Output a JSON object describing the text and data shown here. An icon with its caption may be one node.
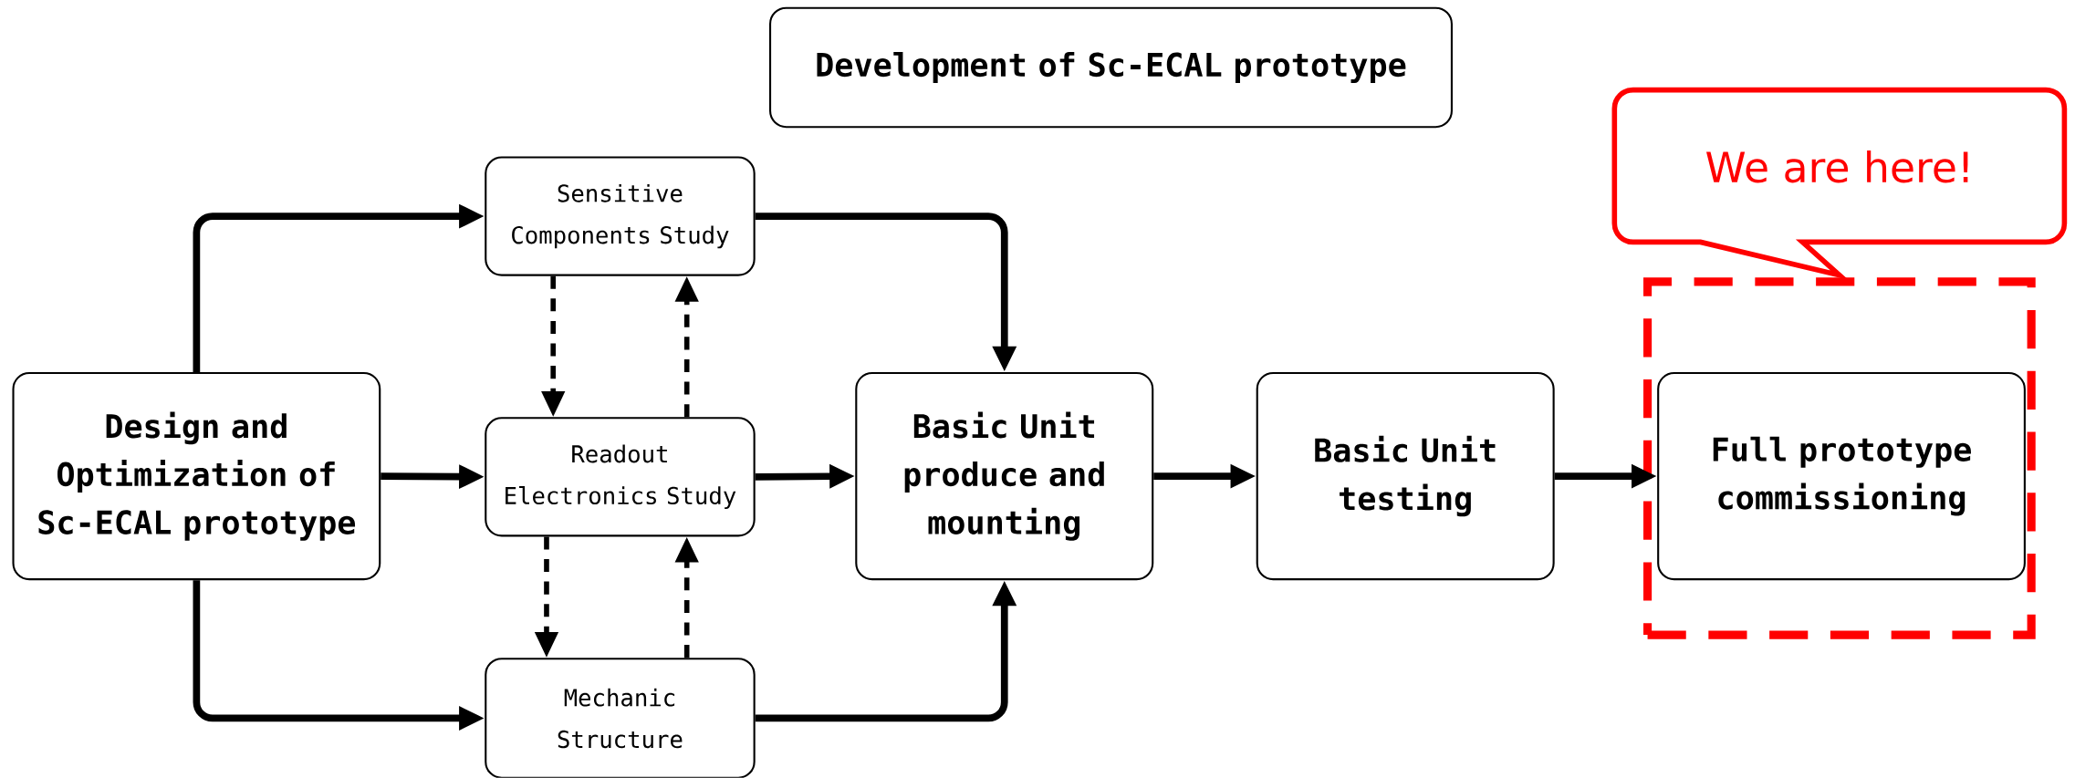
{
  "diagram": {
    "nodes": [
      {
        "text": [
          "Development of Sc-ECAL prototype"
        ]
      },
      {
        "text": [
          "Design and Optimization of Sc-ECAL prototype"
        ]
      },
      {
        "text": [
          "Sensitive Components Study"
        ]
      },
      {
        "text": [
          "Readout Electronics Study"
        ]
      },
      {
        "text": [
          "Mechanic Structure"
        ]
      },
      {
        "text": [
          "Basic Unit produce and mounting"
        ]
      },
      {
        "text": [
          "Basic Unit testing"
        ]
      },
      {
        "text": [],
        "shape": "box"
      },
      {
        "text": [
          "Full prototype commissioning"
        ],
        "in": 7
      },
      {
        "text": [
          "We are here!"
        ]
      }
    ],
    "edges": [
      {
        "from": 1,
        "to": 2,
        "arrow": "to"
      },
      {
        "from": 1,
        "to": 3,
        "arrow": "to"
      },
      {
        "from": 1,
        "to": 4,
        "arrow": "to"
      },
      {
        "from": 2,
        "to": 3,
        "arrow": "to",
        "style": "dashed"
      },
      {
        "from": 3,
        "to": 2,
        "arrow": "to",
        "style": "dashed"
      },
      {
        "from": 3,
        "to": 4,
        "arrow": "to",
        "style": "dashed"
      },
      {
        "from": 4,
        "to": 3,
        "arrow": "to",
        "style": "dashed"
      },
      {
        "from": 2,
        "to": 5,
        "arrow": "to"
      },
      {
        "from": 3,
        "to": 5,
        "arrow": "to"
      },
      {
        "from": 4,
        "to": 5,
        "arrow": "to"
      },
      {
        "from": 5,
        "to": 6,
        "arrow": "to"
      },
      {
        "from": 6,
        "to": 8,
        "arrow": "to"
      }
    ]
  }
}
